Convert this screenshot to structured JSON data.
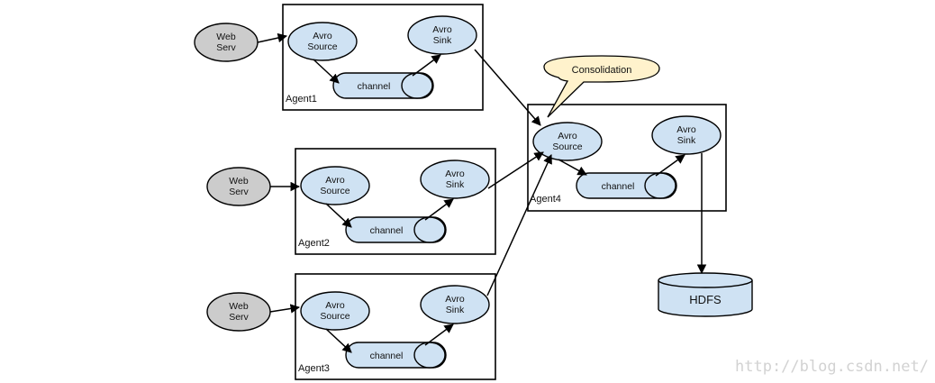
{
  "agents": [
    {
      "label": "Agent1",
      "webserv": [
        "Web",
        "Serv"
      ],
      "source": [
        "Avro",
        "Source"
      ],
      "sink": [
        "Avro",
        "Sink"
      ],
      "channel": "channel"
    },
    {
      "label": "Agent2",
      "webserv": [
        "Web",
        "Serv"
      ],
      "source": [
        "Avro",
        "Source"
      ],
      "sink": [
        "Avro",
        "Sink"
      ],
      "channel": "channel"
    },
    {
      "label": "Agent3",
      "webserv": [
        "Web",
        "Serv"
      ],
      "source": [
        "Avro",
        "Source"
      ],
      "sink": [
        "Avro",
        "Sink"
      ],
      "channel": "channel"
    }
  ],
  "agent4": {
    "label": "Agent4",
    "source": [
      "Avro",
      "Source"
    ],
    "sink": [
      "Avro",
      "Sink"
    ],
    "channel": "channel"
  },
  "callout": "Consolidation",
  "hdfs": "HDFS",
  "watermark": "http://blog.csdn.net/",
  "colors": {
    "node_fill": "#cfe2f3",
    "webserv_fill": "#cccccc",
    "callout_fill": "#fff2cc"
  }
}
